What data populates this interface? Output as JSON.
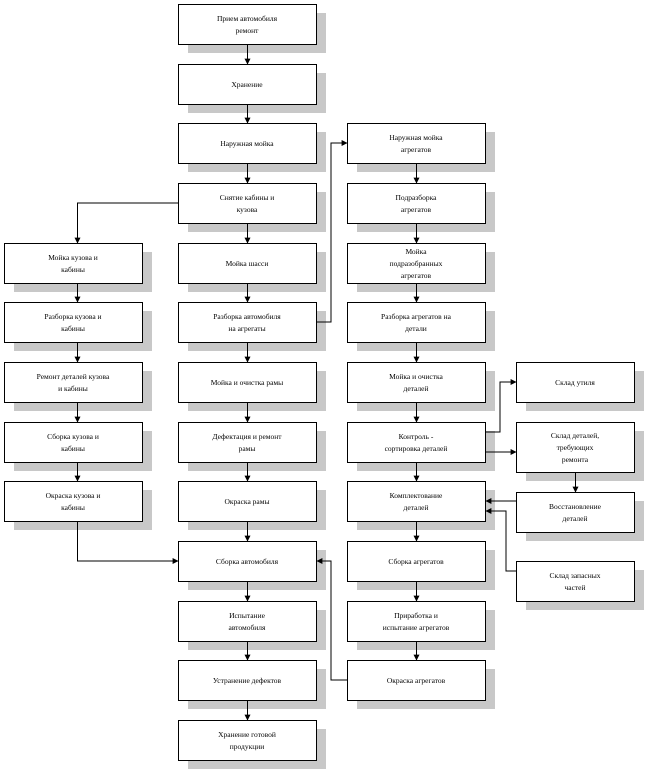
{
  "colors": {
    "box_border": "#000000",
    "box_fill": "#ffffff",
    "shadow": "#c8c8c8",
    "line": "#000000"
  },
  "boxes": {
    "priem": {
      "lines": [
        "Прием автомобиля",
        "ремонт"
      ]
    },
    "hranenie": {
      "lines": [
        "Хранение"
      ]
    },
    "naruzh_moika": {
      "lines": [
        "Наружная мойка"
      ]
    },
    "snyatie": {
      "lines": [
        "Снятие кабины и",
        "кузова"
      ]
    },
    "moika_shassi": {
      "lines": [
        "Мойка шасси"
      ]
    },
    "razborka_avto": {
      "lines": [
        "Разборка автомобиля",
        "на агрегаты"
      ]
    },
    "moika_ramy": {
      "lines": [
        "Мойка и очистка рамы"
      ]
    },
    "defektaciya": {
      "lines": [
        "Дефектация и ремонт",
        "рамы"
      ]
    },
    "okraska_ramy": {
      "lines": [
        "Окраска рамы"
      ]
    },
    "sborka_avto": {
      "lines": [
        "Сборка автомобиля"
      ]
    },
    "ispytanie": {
      "lines": [
        "Испытание",
        "автомобиля"
      ]
    },
    "ustranenie": {
      "lines": [
        "Устранение дефектов"
      ]
    },
    "hranenie_got": {
      "lines": [
        "Хранение готовой",
        "продукции"
      ]
    },
    "moika_kuzova": {
      "lines": [
        "Мойка кузова и",
        "кабины"
      ]
    },
    "razborka_kuzova": {
      "lines": [
        "Разборка кузова и",
        "кабины"
      ]
    },
    "remont_detalei": {
      "lines": [
        "Ремонт деталей кузова",
        "и кабины"
      ]
    },
    "sborka_kuzova": {
      "lines": [
        "Сборка кузова и",
        "кабины"
      ]
    },
    "okraska_kuzova": {
      "lines": [
        "Окраска кузова и",
        "кабины"
      ]
    },
    "naruzh_agr": {
      "lines": [
        "Наружная мойка",
        "агрегатов"
      ]
    },
    "podrazborka": {
      "lines": [
        "Подразборка",
        "агрегатов"
      ]
    },
    "moika_podraz": {
      "lines": [
        "Мойка",
        "подразобранных",
        "агрегатов"
      ]
    },
    "razborka_agr": {
      "lines": [
        "Разборка агрегатов на",
        "детали"
      ]
    },
    "moika_detalei": {
      "lines": [
        "Мойка и очистка",
        "деталей"
      ]
    },
    "kontrol": {
      "lines": [
        "Контроль -",
        "сортировка деталей"
      ]
    },
    "komplekt": {
      "lines": [
        "Комплектование",
        "деталей"
      ]
    },
    "sborka_agr": {
      "lines": [
        "Сборка агрегатов"
      ]
    },
    "prirabotka": {
      "lines": [
        "Приработка и",
        "испытание агрегатов"
      ]
    },
    "okraska_agr": {
      "lines": [
        "Окраска агрегатов"
      ]
    },
    "sklad_utilya": {
      "lines": [
        "Склад утиля"
      ]
    },
    "sklad_remont": {
      "lines": [
        "Склад деталей,",
        "требующих",
        "ремонта"
      ]
    },
    "vosstanovlenie": {
      "lines": [
        "Восстановление",
        "деталей"
      ]
    },
    "sklad_zapas": {
      "lines": [
        "Склад запасных",
        "частей"
      ]
    }
  }
}
